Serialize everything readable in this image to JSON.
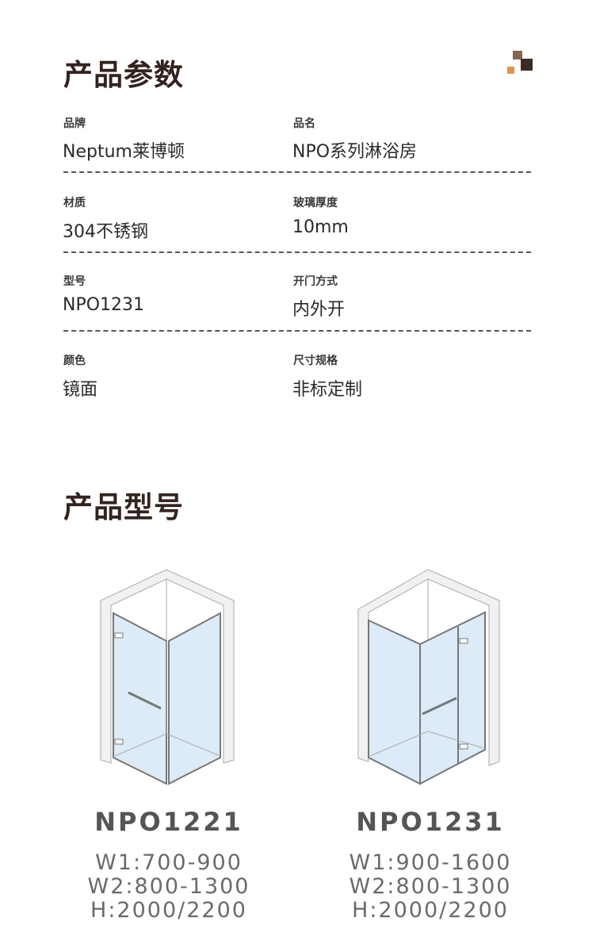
{
  "params_section": {
    "title": "产品参数",
    "rows": [
      [
        {
          "label": "品牌",
          "value": "Neptum莱博顿"
        },
        {
          "label": "品名",
          "value": "NPO系列淋浴房"
        }
      ],
      [
        {
          "label": "材质",
          "value": "304不锈钢"
        },
        {
          "label": "玻璃厚度",
          "value": "10mm"
        }
      ],
      [
        {
          "label": "型号",
          "value": "NPO1231"
        },
        {
          "label": "开门方式",
          "value": "内外开"
        }
      ],
      [
        {
          "label": "颜色",
          "value": "镜面"
        },
        {
          "label": "尺寸规格",
          "value": "非标定制"
        }
      ]
    ]
  },
  "models_section": {
    "title": "产品型号",
    "models": [
      {
        "name": "NPO1221",
        "w1": "W1:700-900",
        "w2": "W2:800-1300",
        "h": "H:2000/2200"
      },
      {
        "name": "NPO1231",
        "w1": "W1:900-1600",
        "w2": "W2:800-1300",
        "h": "H:2000/2200"
      }
    ]
  },
  "colors": {
    "logo_brown": "#8a6552",
    "logo_dark": "#3b2a24",
    "logo_orange": "#e0954a",
    "glass": "#dcebf7"
  }
}
